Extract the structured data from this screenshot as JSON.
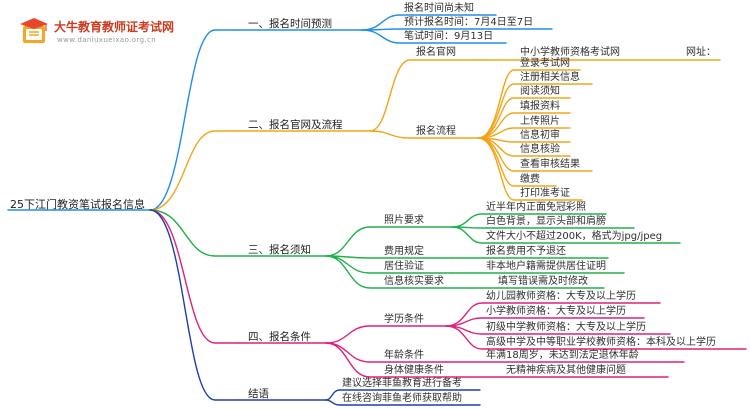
{
  "logo": {
    "title": "大牛教育教师证考试网",
    "url": "www.daniuxueixao.org.cn",
    "icon": "graduation-book-icon"
  },
  "root": "25下江门教资笔试报名信息",
  "colors": {
    "blue": "#1f8fe6",
    "orange": "#f2a51a",
    "green": "#22b04b",
    "magenta": "#e11f7c",
    "navy": "#1e3db0"
  },
  "branches": [
    {
      "label": "一、报名时间预测",
      "children": [
        "报名时间尚未知",
        "预计报名时间：7月4日至7日",
        "笔试时间：9月13日"
      ]
    },
    {
      "label": "二、报名官网及流程",
      "site": {
        "label": "报名官网",
        "value": "中小学教师资格考试网",
        "extra": "网址："
      },
      "process": {
        "label": "报名流程",
        "steps": [
          "登录考试网",
          "注册相关信息",
          "阅读须知",
          "填报资料",
          "上传照片",
          "信息初审",
          "信息核验",
          "查看审核结果",
          "缴费",
          "打印准考证"
        ]
      }
    },
    {
      "label": "三、报名须知",
      "photo": {
        "label": "照片要求",
        "items": [
          "近半年内正面免冠彩照",
          "白色背景，显示头部和肩膀",
          "文件大小不超过200K，格式为jpg/jpeg"
        ]
      },
      "others": [
        {
          "label": "费用规定",
          "value": "报名费用不予退还"
        },
        {
          "label": "居住验证",
          "value": "非本地户籍需提供居住证明"
        },
        {
          "label": "信息核实要求",
          "value": "填写错误需及时修改"
        }
      ]
    },
    {
      "label": "四、报名条件",
      "education": {
        "label": "学历条件",
        "items": [
          "幼儿园教师资格：大专及以上学历",
          "小学教师资格：大专及以上学历",
          "初级中学教师资格：大专及以上学历",
          "高级中学及中等职业学校教师资格：本科及以上学历"
        ]
      },
      "others": [
        {
          "label": "年龄条件",
          "value": "年满18周岁，未达到法定退休年龄"
        },
        {
          "label": "身体健康条件",
          "value": "无精神疾病及其他健康问题"
        }
      ]
    },
    {
      "label": "结语",
      "children": [
        "建议选择菲鱼教育进行备考",
        "在线咨询菲鱼老师获取帮助"
      ]
    }
  ]
}
